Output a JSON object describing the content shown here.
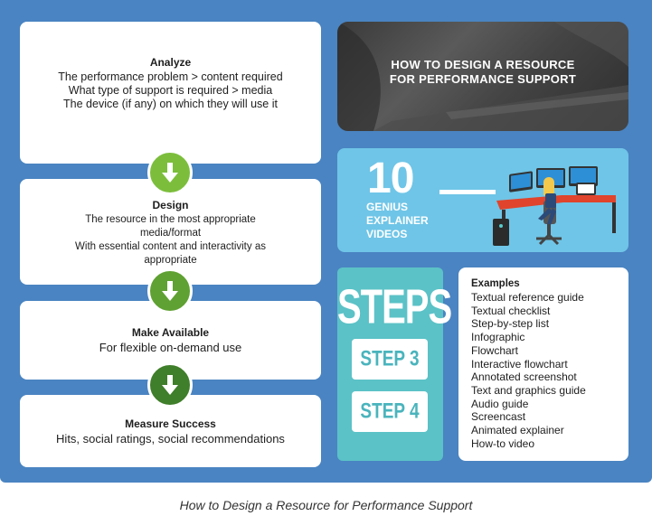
{
  "flow": {
    "analyze": {
      "title": "Analyze",
      "lines": [
        "The performance problem > content required",
        "What type of support is required > media",
        "The device (if any) on which they will use it"
      ]
    },
    "design": {
      "title": "Design",
      "lines": [
        "The resource in the most appropriate media/format",
        "With essential content and interactivity as appropriate"
      ]
    },
    "make_available": {
      "title": "Make Available",
      "lines": [
        "For flexible on-demand use"
      ]
    },
    "measure": {
      "title": "Measure Success",
      "lines": [
        "Hits, social ratings, social recommendations"
      ]
    },
    "arrow_colors": [
      "#7cbe3c",
      "#5fa132",
      "#3f7e2a"
    ]
  },
  "header_banner": {
    "title_line1": "HOW TO DESIGN A RESOURCE",
    "title_line2": "FOR PERFORMANCE SUPPORT"
  },
  "promo": {
    "number": "10",
    "line1": "GENIUS",
    "line2": "EXPLAINER",
    "line3": "VIDEOS"
  },
  "steps": {
    "label": "STEPS",
    "items": [
      "STEP 3",
      "STEP 4"
    ]
  },
  "examples": {
    "title": "Examples",
    "items": [
      "Textual reference guide",
      "Textual checklist",
      "Step-by-step list",
      "Infographic",
      "Flowchart",
      "Interactive flowchart",
      "Annotated screenshot",
      "Text and graphics guide",
      "Audio guide",
      "Screencast",
      "Animated explainer",
      "How-to video"
    ]
  },
  "caption": "How to Design a Resource for Performance Support",
  "colors": {
    "background": "#4a84c2",
    "promo": "#6fc5e7",
    "steps": "#5bc2c7"
  }
}
